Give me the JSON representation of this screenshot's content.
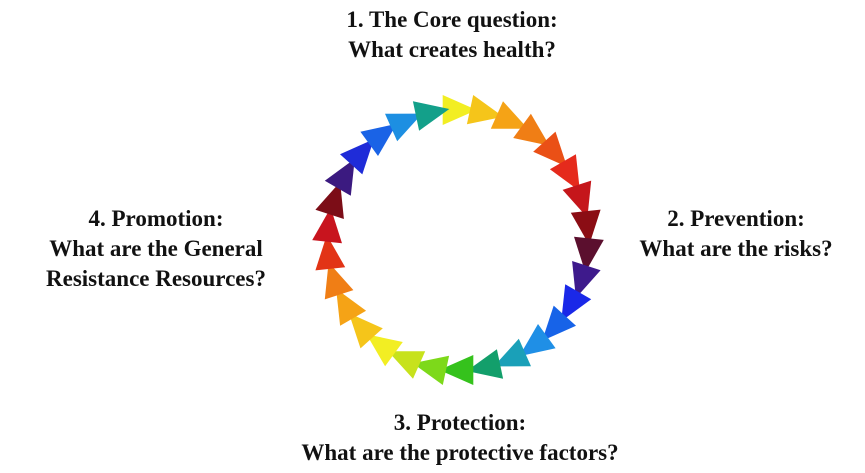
{
  "top": {
    "heading": "1. The Core question:",
    "question": "What creates health?"
  },
  "right": {
    "heading": "2. Prevention:",
    "question": "What are the risks?"
  },
  "bottom": {
    "heading": "3. Protection:",
    "question": "What are the protective factors?"
  },
  "left": {
    "heading": "4. Promotion:",
    "line1": "What are the General",
    "line2": "Resistance Resources?"
  },
  "ring": {
    "arrow_count": 30,
    "colors": [
      "#f2ee23",
      "#f5c51a",
      "#f5a316",
      "#f07e15",
      "#ea5016",
      "#e52a1c",
      "#c5161b",
      "#8b0d14",
      "#5b0f2e",
      "#3e1a8c",
      "#1a28e8",
      "#1763e8",
      "#1f8fe6",
      "#1aa0b8",
      "#139f6b",
      "#35c21c",
      "#7dd91a",
      "#c7e21c",
      "#f2ee23",
      "#f5c51a",
      "#f5a316",
      "#f07e15",
      "#e23416",
      "#c8141e",
      "#7c0d17",
      "#3b1a80",
      "#1f2cd8",
      "#1a63e6",
      "#1d8fe2",
      "#13a08a"
    ]
  }
}
